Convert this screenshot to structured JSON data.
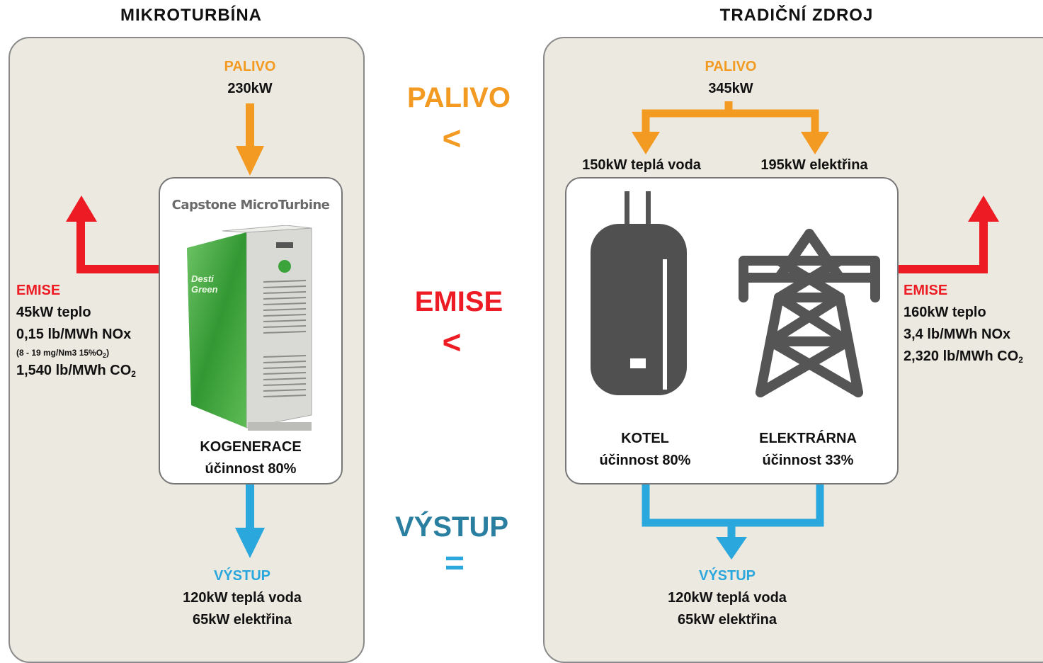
{
  "colors": {
    "fuel": "#f39a22",
    "emission": "#ec1b24",
    "output": "#2aa7dc",
    "output_title": "#2a7fa0",
    "panel_bg": "#ece9e0"
  },
  "left": {
    "title": "MIKROTURBÍNA",
    "fuel_label": "PALIVO",
    "fuel_value": "230kW",
    "device_caption": "Capstone MicroTurbine",
    "unit_lettering": [
      "Desti",
      "Green"
    ],
    "device_name": "KOGENERACE",
    "device_efficiency": "účinnost 80%",
    "emission_label": "EMISE",
    "emission_heat": "45kW teplo",
    "emission_nox": "0,15 lb/MWh NOx",
    "emission_nox_note_pre": "(8 - 19 mg/Nm3  15%O",
    "emission_nox_note_sub": "2",
    "emission_nox_note_post": ")",
    "emission_co2": "1,540 lb/MWh CO",
    "emission_co2_sub": "2",
    "output_label": "VÝSTUP",
    "output_hot_water": "120kW teplá voda",
    "output_electricity": "65kW elektřina"
  },
  "center": {
    "fuel_label": "PALIVO",
    "fuel_symbol": "<",
    "emission_label": "EMISE",
    "emission_symbol": "<",
    "output_label": "VÝSTUP",
    "output_symbol": "="
  },
  "right": {
    "title": "TRADIČNÍ ZDROJ",
    "fuel_label": "PALIVO",
    "fuel_value": "345kW",
    "fuel_split_hot_water": "150kW teplá voda",
    "fuel_split_electricity": "195kW elektřina",
    "boiler_name": "KOTEL",
    "boiler_efficiency": "účinnost 80%",
    "plant_name": "ELEKTRÁRNA",
    "plant_efficiency": "účinnost 33%",
    "emission_label": "EMISE",
    "emission_heat": "160kW teplo",
    "emission_nox": "3,4 lb/MWh NOx",
    "emission_co2": "2,320 lb/MWh CO",
    "emission_co2_sub": "2",
    "output_label": "VÝSTUP",
    "output_hot_water": "120kW teplá voda",
    "output_electricity": "65kW elektřina"
  }
}
